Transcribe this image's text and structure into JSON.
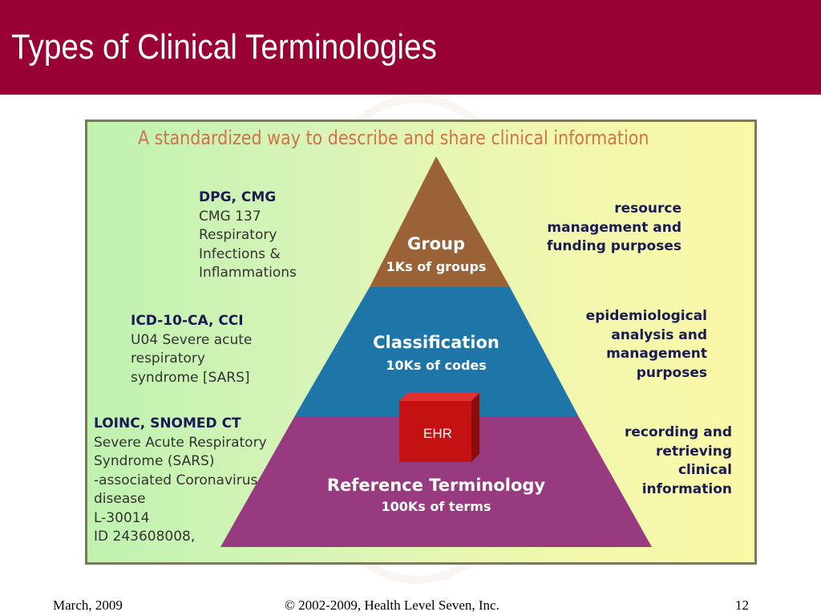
{
  "slide": {
    "title": "Types of Clinical Terminologies",
    "footer": {
      "date": "March, 2009",
      "copyright": "© 2002-2009, Health Level Seven, Inc.",
      "page": "12"
    }
  },
  "panel": {
    "header": "A standardized way to describe and share clinical information"
  },
  "pyramid": {
    "colors": {
      "group": "#9a6236",
      "classification": "#1e75a8",
      "reference": "#973a7f",
      "ehr": "#c41212"
    },
    "tiers": [
      {
        "name": "Group",
        "count": "1Ks of groups"
      },
      {
        "name": "Classification",
        "count": "10Ks of codes"
      },
      {
        "name": "Reference Terminology",
        "count": "100Ks of terms"
      }
    ],
    "ehr_label": "EHR"
  },
  "examples": [
    {
      "heading": "DPG, CMG",
      "lines": [
        "CMG 137",
        "Respiratory",
        "Infections &",
        "Inflammations"
      ]
    },
    {
      "heading": "ICD-10-CA, CCI",
      "lines": [
        "U04 Severe acute",
        "respiratory",
        "syndrome [SARS]"
      ]
    },
    {
      "heading": "LOINC, SNOMED CT",
      "lines": [
        "Severe Acute Respiratory",
        "Syndrome (SARS)",
        "-associated Coronavirus",
        "disease",
        "L-30014",
        "ID 243608008,"
      ]
    }
  ],
  "purposes": [
    {
      "lines": [
        "resource",
        "management and",
        "funding purposes"
      ]
    },
    {
      "lines": [
        "epidemiological",
        "analysis and",
        "management",
        "purposes"
      ]
    },
    {
      "lines": [
        "recording and",
        "retrieving",
        "clinical",
        "information"
      ]
    }
  ]
}
